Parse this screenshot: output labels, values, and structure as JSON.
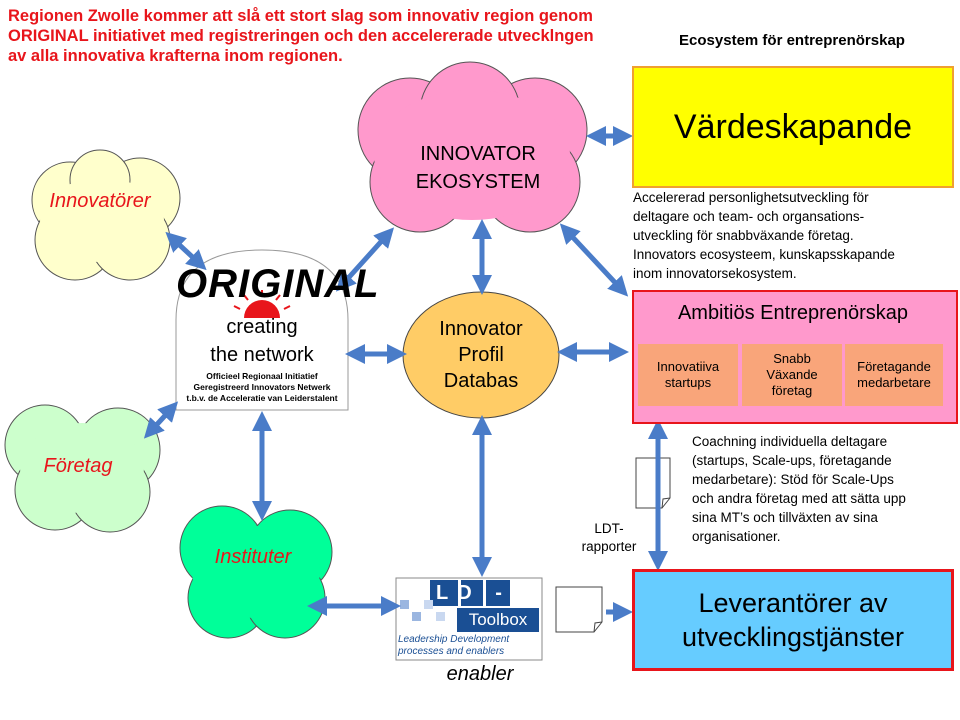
{
  "headline": "Regionen Zwolle kommer att slå ett stort slag som innovativ region genom ORIGINAL initiativet med registreringen och den accelererade utvecklngen av alla innovativa krafterna inom regionen.",
  "ecosystem_title": "Ecosystem för entreprenörskap",
  "clouds": {
    "innovatorer": "Innovatörer",
    "foretag": "Företag",
    "institutet": "Instituter",
    "ekosystem_line1": "INNOVATOR",
    "ekosystem_line2": "EKOSYSTEM"
  },
  "original_logo": {
    "title": "ORIGINAL",
    "line1": "creating",
    "line2": "the network",
    "small1": "Officieel Regionaal Initiatief",
    "small2": "Geregistreerd Innovators Netwerk",
    "small3": "t.b.v. de Acceleratie van Leiderstalent"
  },
  "database": {
    "line1": "Innovator",
    "line2": "Profil",
    "line3": "Databas"
  },
  "vardeskapande": "Värdeskapande",
  "accel_text": {
    "line1": "Accelererad personlighetsutveckling  för",
    "line2": "deltagare och team- och organsations-",
    "line3": "utveckling för snabbväxande företag.",
    "line4": "Innovators  ecosysteem, kunskapsskapande",
    "line5": "inom innovatorsekosystem."
  },
  "ambitios": {
    "title": "Ambitiös Entreprenörskap",
    "sub1_line1": "Innovatiiva",
    "sub1_line2": "startups",
    "sub2_line1": "Snabb",
    "sub2_line2": "Växande",
    "sub2_line3": "företag",
    "sub3_line1": "Företagande",
    "sub3_line2": "medarbetare"
  },
  "coaching": {
    "line1": "Coachning individuella deltagare",
    "line2": "(startups, Scale-ups, företagande",
    "line3": "medarbetare): Stöd för Scale-Ups",
    "line4": "och andra företag med att sätta upp",
    "line5": "sina MT’s och tillväxten av sina",
    "line6": "organisationer."
  },
  "ldt_label": {
    "line1": "LDT-",
    "line2": "rapporter"
  },
  "leverantorer": {
    "line1": "Leverantörer av",
    "line2": "utvecklingstjänster"
  },
  "toolbox": {
    "ld": "LD -",
    "toolbox": "Toolbox",
    "caption1": "Leadership Development",
    "caption2": "processes and enablers"
  },
  "enabler": "enabler",
  "colors": {
    "headline_red": "#e8151b",
    "arrow_blue": "#4a7cc8",
    "cloud_yellow": "#ffffcc",
    "cloud_green_light": "#ccffcc",
    "cloud_green": "#00ff99",
    "cloud_pink": "#ff99cc",
    "db_orange": "#ffcc66",
    "vard_yellow": "#ffff00",
    "lev_blue": "#66ccff",
    "sub_orange": "#f9a57a"
  }
}
